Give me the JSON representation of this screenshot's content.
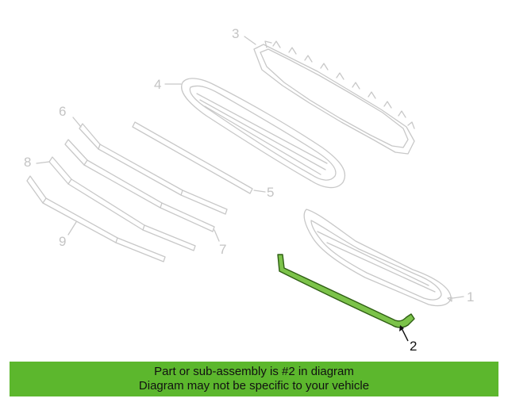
{
  "diagram": {
    "callouts": {
      "c1": "1",
      "c2": "2",
      "c3": "3",
      "c4": "4",
      "c5": "5",
      "c6": "6",
      "c7": "7",
      "c8": "8",
      "c9": "9"
    },
    "highlighted_part": "2",
    "colors": {
      "highlight_fill": "#7cc34a",
      "highlight_stroke": "#2f5f14",
      "part_outline": "#c8c8c8",
      "banner": "#5cb72d"
    }
  },
  "banner": {
    "line1": "Part or sub-assembly is #2 in diagram",
    "line2": "Diagram may not be specific to your vehicle"
  }
}
